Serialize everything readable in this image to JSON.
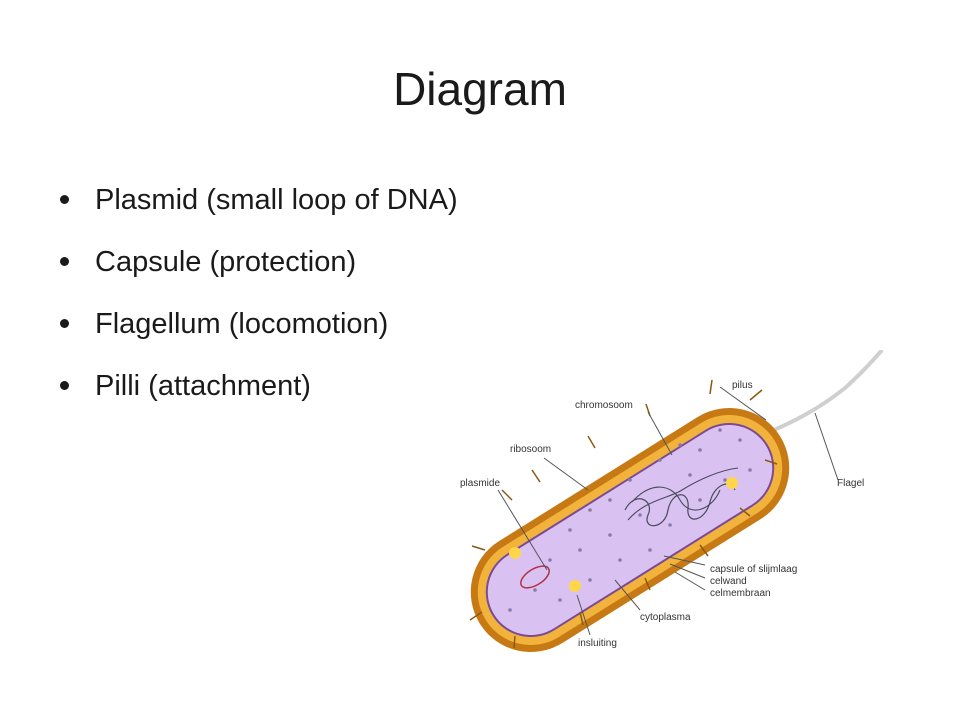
{
  "slide": {
    "title": "Diagram",
    "bullets": [
      "Plasmid (small loop of DNA)",
      "Capsule (protection)",
      "Flagellum (locomotion)",
      "Pilli (attachment)"
    ]
  },
  "diagram": {
    "labels": {
      "pilus": "pilus",
      "chromosoom": "chromosoom",
      "ribosoom": "ribosoom",
      "flagel": "Flagel",
      "plasmide": "plasmide",
      "capsule": "capsule of slijmlaag",
      "celwand": "celwand",
      "celmembraan": "celmembraan",
      "cytoplasma": "cytoplasma",
      "insluiting": "insluiting"
    },
    "colors": {
      "capsule": "#c77a14",
      "cell_wall": "#f2b33c",
      "cytoplasm": "#d9c2f2",
      "inclusion": "#ffd54a"
    }
  }
}
